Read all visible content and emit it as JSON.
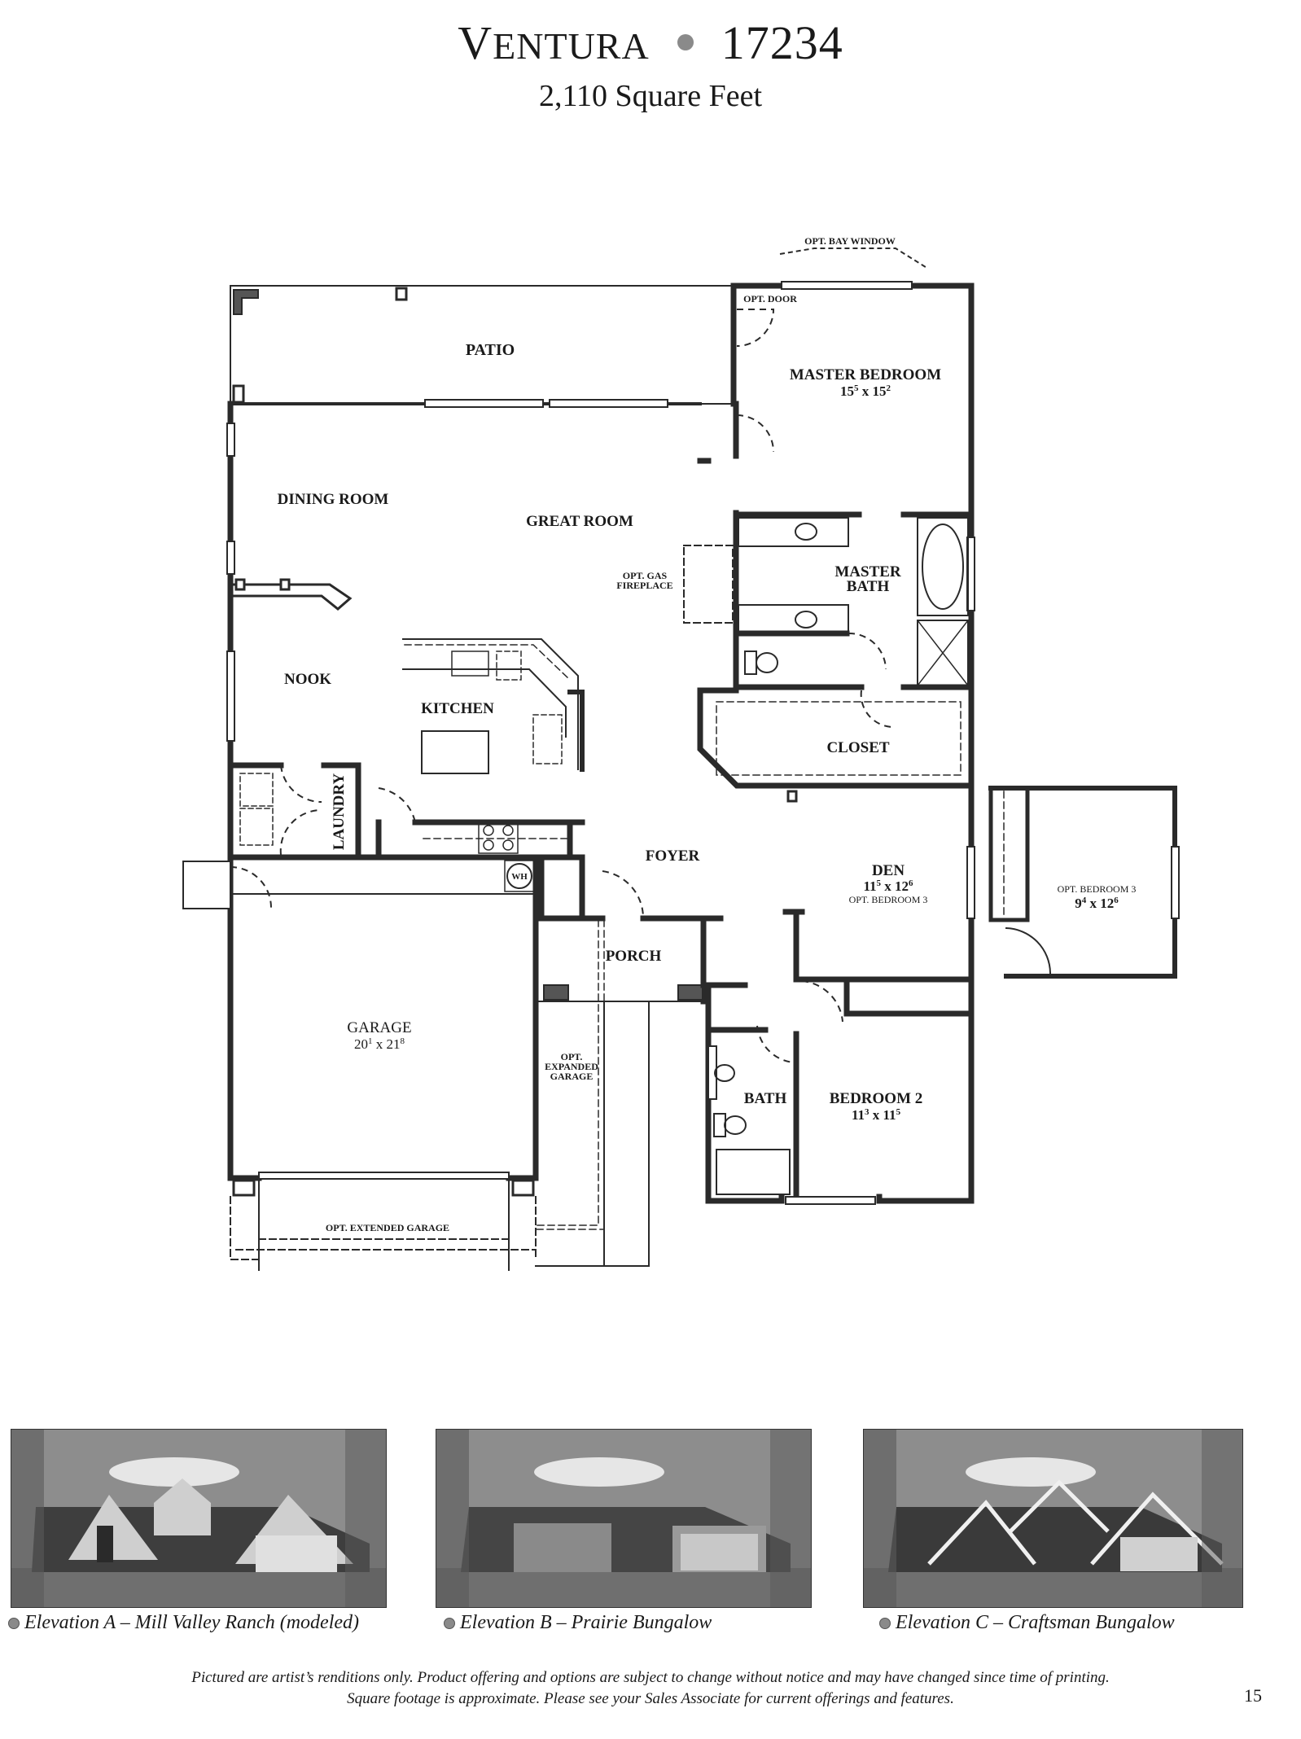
{
  "header": {
    "model_name": "Ventura",
    "plan_number": "17234",
    "square_feet": "2,110 Square Feet"
  },
  "floor_plan": {
    "rooms": {
      "patio": {
        "label": "PATIO"
      },
      "master_bedroom": {
        "label": "MASTER BEDROOM",
        "dim_w": "15",
        "dim_w_sup": "5",
        "dim_h": "15",
        "dim_h_sup": "2"
      },
      "dining_room": {
        "label": "DINING ROOM"
      },
      "great_room": {
        "label": "GREAT ROOM"
      },
      "master_bath": {
        "label_1": "MASTER",
        "label_2": "BATH"
      },
      "nook": {
        "label": "NOOK"
      },
      "kitchen": {
        "label": "KITCHEN"
      },
      "closet": {
        "label": "CLOSET"
      },
      "laundry": {
        "label": "LAUNDRY"
      },
      "foyer": {
        "label": "FOYER"
      },
      "den": {
        "label": "DEN",
        "dim_w": "11",
        "dim_w_sup": "5",
        "dim_h": "12",
        "dim_h_sup": "6",
        "note": "OPT. BEDROOM 3"
      },
      "opt_bedroom_3": {
        "label": "OPT. BEDROOM 3",
        "dim_w": "9",
        "dim_w_sup": "4",
        "dim_h": "12",
        "dim_h_sup": "6"
      },
      "porch": {
        "label": "PORCH"
      },
      "garage": {
        "label": "GARAGE",
        "dim_w": "20",
        "dim_w_sup": "1",
        "dim_h": "21",
        "dim_h_sup": "8"
      },
      "bath": {
        "label": "BATH"
      },
      "bedroom_2": {
        "label": "BEDROOM 2",
        "dim_w": "11",
        "dim_w_sup": "3",
        "dim_h": "11",
        "dim_h_sup": "5"
      }
    },
    "options": {
      "bay_window": "OPT. BAY WINDOW",
      "door": "OPT. DOOR",
      "gas_fireplace_1": "OPT. GAS",
      "gas_fireplace_2": "FIREPLACE",
      "expanded_garage_1": "OPT.",
      "expanded_garage_2": "EXPANDED",
      "expanded_garage_3": "GARAGE",
      "extended_garage": "OPT. EXTENDED GARAGE"
    },
    "fixtures": {
      "water_heater": "WH"
    },
    "dimension_separator": " x "
  },
  "elevations": [
    {
      "caption": "Elevation A – Mill Valley Ranch (modeled)"
    },
    {
      "caption": "Elevation B – Prairie Bungalow"
    },
    {
      "caption": "Elevation C – Craftsman Bungalow"
    }
  ],
  "footer": {
    "disclaimer_1": "Pictured are artist’s renditions only. Product offering and options are subject to change without notice and may have changed since time of printing.",
    "disclaimer_2": "Square footage is approximate. Please see your Sales Associate for current offerings and features.",
    "page_number": "15"
  },
  "colors": {
    "wall": "#2a2a2a",
    "wall_fill": "#555555",
    "bullet": "#8a8a8a",
    "paper": "#ffffff"
  }
}
